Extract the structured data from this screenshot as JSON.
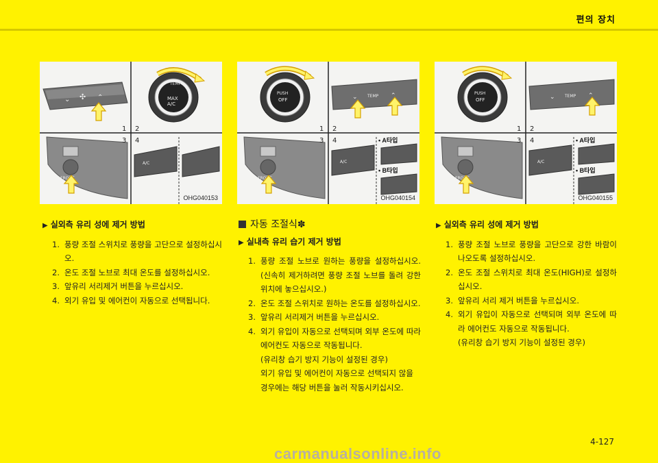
{
  "header": {
    "title": "편의 장치"
  },
  "figures": [
    {
      "code": "OHG040153",
      "nums": [
        "1",
        "2",
        "3",
        "4"
      ],
      "max_ac_label": "MAX\nA/C",
      "temp_label": "TEMP",
      "front_label": "FRONT",
      "ac_label": "A/C"
    },
    {
      "code": "OHG040154",
      "nums": [
        "1",
        "2",
        "3",
        "4"
      ],
      "push_off_label": "PUSH OFF",
      "temp_label": "TEMP",
      "front_label": "FRONT",
      "ac_label": "A/C",
      "type_a": "• A타입",
      "type_b": "• B타입"
    },
    {
      "code": "OHG040155",
      "nums": [
        "1",
        "2",
        "3",
        "4"
      ],
      "push_off_label": "PUSH OFF",
      "temp_label": "TEMP",
      "front_label": "FRONT",
      "ac_label": "A/C",
      "type_a": "• A타입",
      "type_b": "• B타입"
    }
  ],
  "col1": {
    "heading": "실외측 유리 성에 제거 방법",
    "steps": [
      {
        "num": "1.",
        "text": "풍량 조절 스위치로 풍량을 고단으로 설정하십시오."
      },
      {
        "num": "2.",
        "text": "온도 조절 노브로 최대 온도를 설정하십시오."
      },
      {
        "num": "3.",
        "text": "앞유리 서리제거 버튼을 누르십시오."
      },
      {
        "num": "4.",
        "text": "외기 유입 및 에어컨이 자동으로 선택됩니다."
      }
    ]
  },
  "col2": {
    "big_heading": "자동 조절식✽",
    "heading": "실내측 유리 습기 제거 방법",
    "steps": [
      {
        "num": "1.",
        "text": "풍량 조절 노브로 원하는 풍량을 설정하십시오. (신속히 제거하려면 풍량 조절 노브를 돌려 강한 위치에 놓으십시오.)"
      },
      {
        "num": "2.",
        "text": "온도 조절 스위치로 원하는 온도를 설정하십시오."
      },
      {
        "num": "3.",
        "text": "앞유리 서리제거 버튼을 누르십시오."
      },
      {
        "num": "4.",
        "text": "외기 유입이 자동으로 선택되며 외부 온도에 따라 에어컨도 자동으로 작동됩니다."
      }
    ],
    "note1": "(유리창 습기 방지 기능이 설정된 경우)",
    "note2": "외기 유입 및 에어컨이 자동으로 선택되지 않을 경우에는 해당 버튼을 눌러 작동시키십시오."
  },
  "col3": {
    "heading": "실외측 유리 성에 제거 방법",
    "steps": [
      {
        "num": "1.",
        "text": "풍량 조절 노브로 풍량을 고단으로 강한 바람이 나오도록 설정하십시오."
      },
      {
        "num": "2.",
        "text": "온도 조절 스위치로 최대 온도(HIGH)로 설정하십시오."
      },
      {
        "num": "3.",
        "text": "앞유리 서리 제거 버튼을 누르십시오."
      },
      {
        "num": "4.",
        "text": "외기 유입이 자동으로 선택되며 외부 온도에 따라 에어컨도 자동으로 작동됩니다."
      }
    ],
    "note1": "(유리창 습기 방지 기능이 설정된 경우)"
  },
  "footer": {
    "page": "4-127",
    "watermark": "carmanualsonline.info"
  },
  "colors": {
    "page_bg": "#fff200",
    "arrow_fill": "#fff36a",
    "arrow_stroke": "#d4a000"
  }
}
